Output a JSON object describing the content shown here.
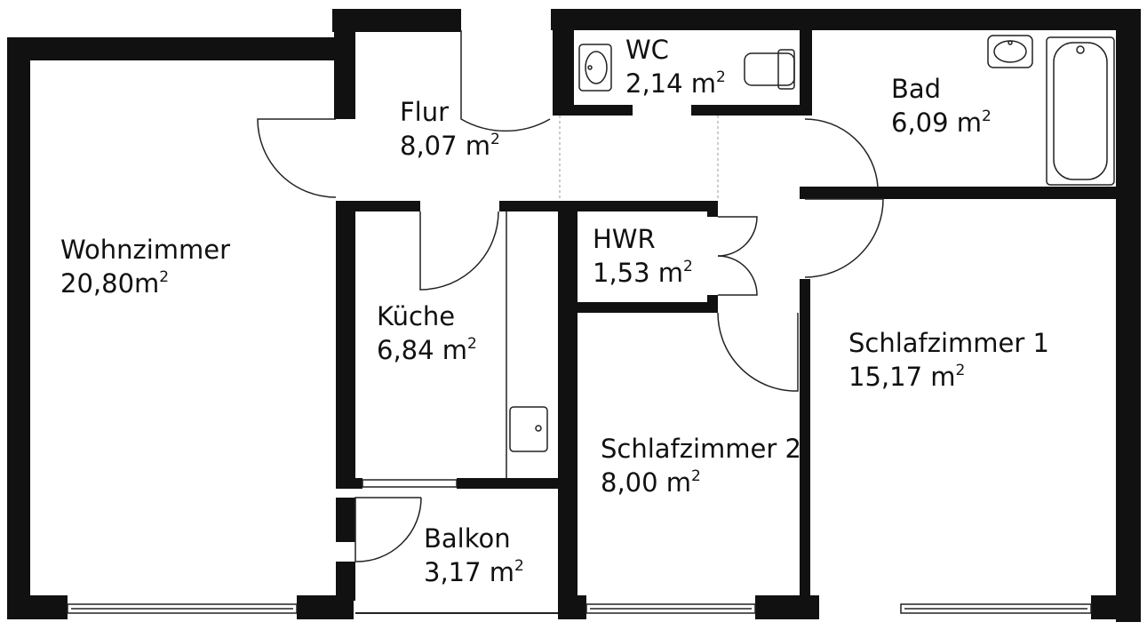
{
  "colors": {
    "wall": "#111111",
    "background": "#ffffff",
    "fixture": "#222222"
  },
  "rooms": [
    {
      "id": "wohnzimmer",
      "name": "Wohnzimmer",
      "area": "20,80m",
      "unit_sup": "2"
    },
    {
      "id": "flur",
      "name": "Flur",
      "area": "8,07 m",
      "unit_sup": "2"
    },
    {
      "id": "wc",
      "name": "WC",
      "area": "2,14 m",
      "unit_sup": "2"
    },
    {
      "id": "bad",
      "name": "Bad",
      "area": "6,09 m",
      "unit_sup": "2"
    },
    {
      "id": "hwr",
      "name": "HWR",
      "area": "1,53 m",
      "unit_sup": "2"
    },
    {
      "id": "kueche",
      "name": "Küche",
      "area": "6,84 m",
      "unit_sup": "2"
    },
    {
      "id": "schlafzimmer-1",
      "name": "Schlafzimmer 1",
      "area": "15,17 m",
      "unit_sup": "2"
    },
    {
      "id": "schlafzimmer-2",
      "name": "Schlafzimmer 2",
      "area": "8,00 m",
      "unit_sup": "2"
    },
    {
      "id": "balkon",
      "name": "Balkon",
      "area": "3,17 m",
      "unit_sup": "2"
    }
  ]
}
